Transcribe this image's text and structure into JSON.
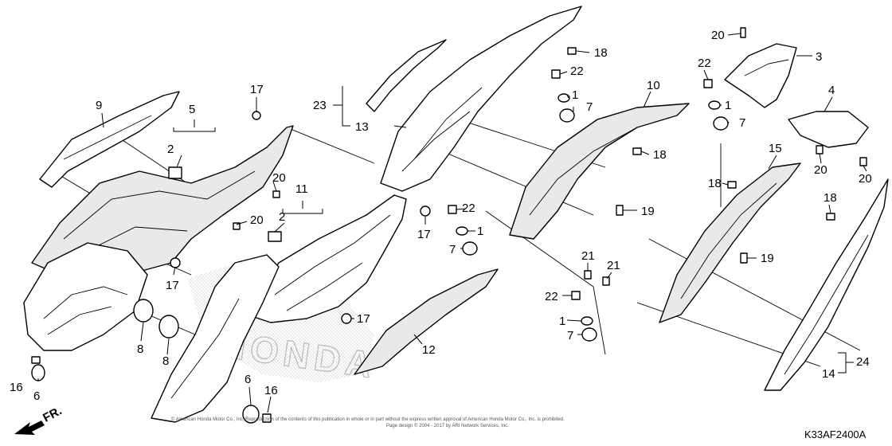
{
  "diagram": {
    "part_code": "K33AF2400A",
    "direction_label": "FR.",
    "brand_watermark": "HONDA",
    "copyright_line1": "© American Honda Motor Co., Inc. Reproduction of the contents of this publication in whole or in part without the express written approval of American Honda Motor Co., Inc. is prohibited.",
    "copyright_line2": "Page design © 2004 - 2017 by ARI Network Services, Inc.",
    "callouts": [
      {
        "label": "9"
      },
      {
        "label": "5"
      },
      {
        "label": "2"
      },
      {
        "label": "17"
      },
      {
        "label": "20"
      },
      {
        "label": "11"
      },
      {
        "label": "2"
      },
      {
        "label": "20"
      },
      {
        "label": "17"
      },
      {
        "label": "8"
      },
      {
        "label": "8"
      },
      {
        "label": "16"
      },
      {
        "label": "6"
      },
      {
        "label": "6"
      },
      {
        "label": "16"
      },
      {
        "label": "23"
      },
      {
        "label": "13"
      },
      {
        "label": "18"
      },
      {
        "label": "22"
      },
      {
        "label": "1"
      },
      {
        "label": "7"
      },
      {
        "label": "10"
      },
      {
        "label": "18"
      },
      {
        "label": "17"
      },
      {
        "label": "22"
      },
      {
        "label": "1"
      },
      {
        "label": "7"
      },
      {
        "label": "19"
      },
      {
        "label": "17"
      },
      {
        "label": "12"
      },
      {
        "label": "21"
      },
      {
        "label": "21"
      },
      {
        "label": "22"
      },
      {
        "label": "1"
      },
      {
        "label": "7"
      },
      {
        "label": "20"
      },
      {
        "label": "3"
      },
      {
        "label": "22"
      },
      {
        "label": "1"
      },
      {
        "label": "7"
      },
      {
        "label": "4"
      },
      {
        "label": "15"
      },
      {
        "label": "18"
      },
      {
        "label": "20"
      },
      {
        "label": "20"
      },
      {
        "label": "18"
      },
      {
        "label": "19"
      },
      {
        "label": "14"
      },
      {
        "label": "24"
      }
    ]
  }
}
